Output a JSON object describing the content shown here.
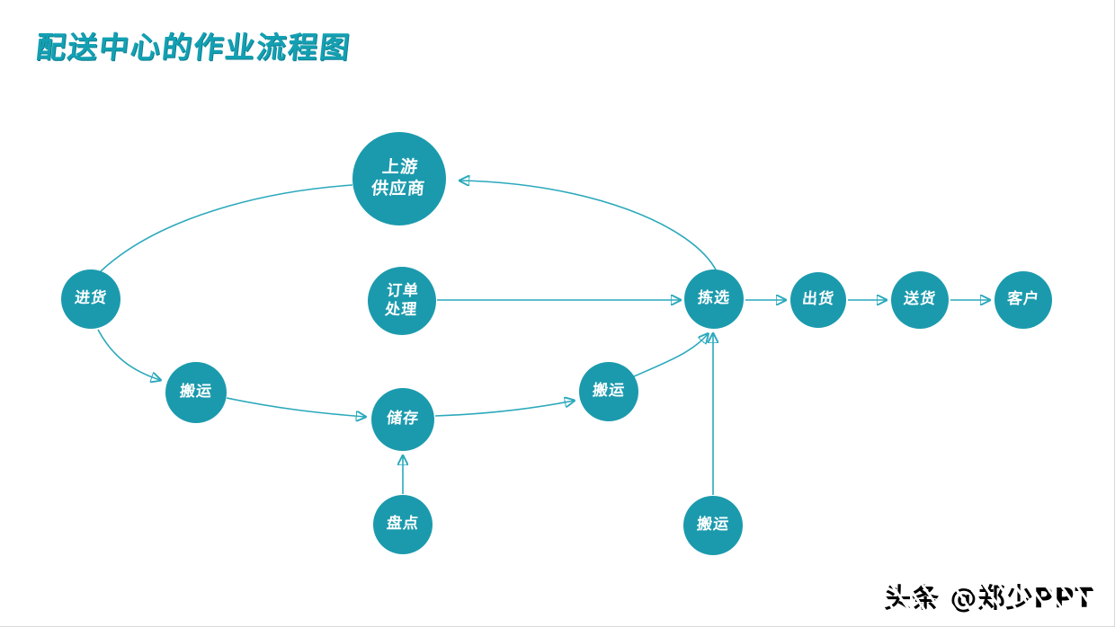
{
  "title": "配送中心的作业流程图",
  "watermark": "头条 @郑少PPT",
  "colors": {
    "accent": "#1b9aad",
    "arrow": "#2aa9bb",
    "title": "#13a0b3",
    "watermark": "#000000"
  },
  "nodes": [
    {
      "id": "supplier",
      "label": "上游\n供应商"
    },
    {
      "id": "purchase",
      "label": "进货"
    },
    {
      "id": "order",
      "label": "订单\n处理"
    },
    {
      "id": "picking",
      "label": "拣选"
    },
    {
      "id": "shipping",
      "label": "出货"
    },
    {
      "id": "delivery",
      "label": "送货"
    },
    {
      "id": "customer",
      "label": "客户"
    },
    {
      "id": "handling-1",
      "label": "搬运"
    },
    {
      "id": "storage",
      "label": "储存"
    },
    {
      "id": "handling-2",
      "label": "搬运"
    },
    {
      "id": "inventory",
      "label": "盘点"
    },
    {
      "id": "handling-3",
      "label": "搬运"
    }
  ],
  "edges": [
    {
      "from": "supplier",
      "to": "purchase"
    },
    {
      "from": "picking",
      "to": "supplier"
    },
    {
      "from": "order",
      "to": "picking"
    },
    {
      "from": "picking",
      "to": "shipping"
    },
    {
      "from": "shipping",
      "to": "delivery"
    },
    {
      "from": "delivery",
      "to": "customer"
    },
    {
      "from": "purchase",
      "to": "handling-1"
    },
    {
      "from": "handling-1",
      "to": "storage"
    },
    {
      "from": "storage",
      "to": "handling-2"
    },
    {
      "from": "handling-2",
      "to": "picking"
    },
    {
      "from": "inventory",
      "to": "storage"
    },
    {
      "from": "handling-3",
      "to": "picking"
    }
  ]
}
